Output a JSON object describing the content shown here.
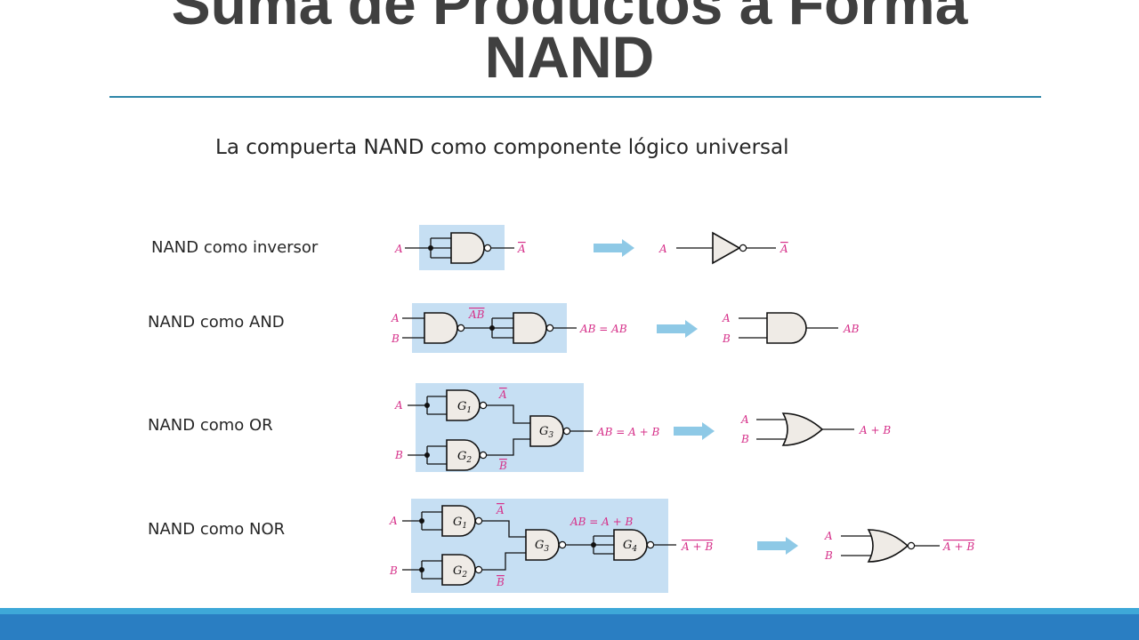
{
  "slide": {
    "title_line1": "Suma de Productos a Forma",
    "title_line2": "NAND",
    "subtitle": "La compuerta NAND como componente lógico universal"
  },
  "rows": [
    {
      "label": "NAND como inversor",
      "input": "A",
      "output": "A",
      "equivalent_gate": "NOT"
    },
    {
      "label": "NAND como AND",
      "inputs": [
        "A",
        "B"
      ],
      "intermediate": "AB",
      "output": "AB = AB",
      "equivalent_output": "AB",
      "equivalent_gate": "AND"
    },
    {
      "label": "NAND como OR",
      "inputs": [
        "A",
        "B"
      ],
      "gates": [
        "G1",
        "G2",
        "G3"
      ],
      "intermediates": [
        "A",
        "B"
      ],
      "output": "AB = A + B",
      "equivalent_output": "A + B",
      "equivalent_gate": "OR"
    },
    {
      "label": "NAND como NOR",
      "inputs": [
        "A",
        "B"
      ],
      "gates": [
        "G1",
        "G2",
        "G3",
        "G4"
      ],
      "intermediates": [
        "A",
        "B"
      ],
      "mid_expression": "AB = A + B",
      "output": "A + B",
      "equivalent_output": "A + B",
      "equivalent_gate": "NOR"
    }
  ],
  "colors": {
    "signal_label": "#d6318a",
    "highlight_box": "#c6dff3",
    "arrow": "#8ec9e6",
    "gate_fill": "#efebe6",
    "title_rule": "#2e86a8",
    "footer_band": "#2a7ec2",
    "footer_thin": "#3ea8d8"
  }
}
